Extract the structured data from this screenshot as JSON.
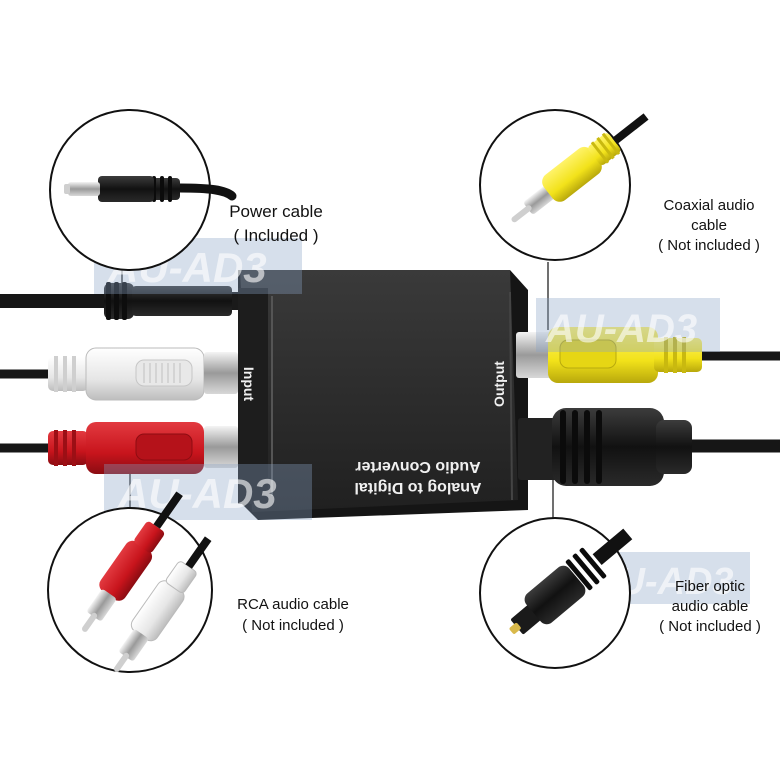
{
  "watermark": "AU-AD3",
  "device": {
    "title_line1": "Analog to Digital",
    "title_line2": "Audio Converter",
    "input_label": "Input",
    "output_label": "Output"
  },
  "callouts": {
    "power": {
      "line1": "Power cable",
      "line2": "( Included )"
    },
    "coax": {
      "line1": "Coaxial audio",
      "line2": "cable",
      "line3": "( Not included )"
    },
    "rca": {
      "line1": "RCA audio cable",
      "line2": "( Not included )"
    },
    "fiber": {
      "line1": "Fiber optic",
      "line2": "audio cable",
      "line3": "( Not included )"
    }
  },
  "colors": {
    "rca_red": "#c8141c",
    "rca_white": "#f2f2f2",
    "coax_yellow": "#f2e21a",
    "device_body": "#262626",
    "cable_black": "#161616"
  }
}
